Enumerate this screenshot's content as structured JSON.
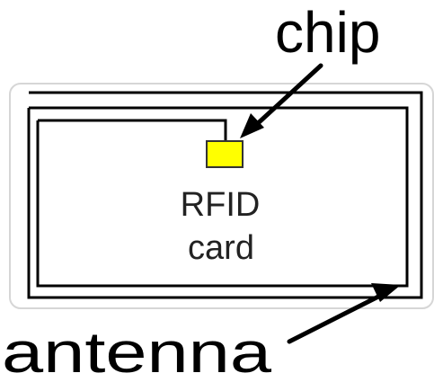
{
  "labels": {
    "chip": "chip",
    "card_line1": "RFID",
    "card_line2": "card",
    "antenna": "antenna"
  },
  "colors": {
    "chip_fill": "#ffff00",
    "chip_stroke": "#333333",
    "card_border": "#d6d6d6",
    "line": "#000000"
  }
}
